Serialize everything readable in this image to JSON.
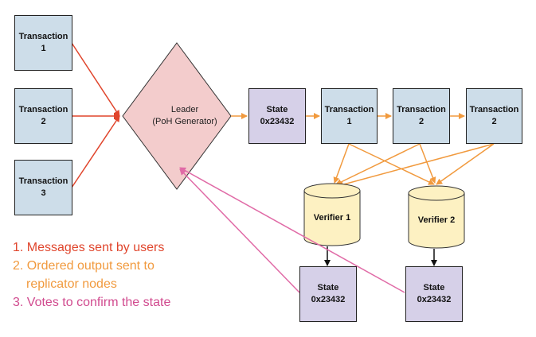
{
  "diagram": {
    "transactions_left": [
      {
        "line1": "Transaction",
        "line2": "1"
      },
      {
        "line1": "Transaction",
        "line2": "2"
      },
      {
        "line1": "Transaction",
        "line2": "3"
      }
    ],
    "leader": {
      "line1": "Leader",
      "line2": "(PoH Generator)"
    },
    "state_top": {
      "line1": "State",
      "line2": "0x23432"
    },
    "transactions_top": [
      {
        "line1": "Transaction",
        "line2": "1"
      },
      {
        "line1": "Transaction",
        "line2": "2"
      },
      {
        "line1": "Transaction",
        "line2": "2"
      }
    ],
    "verifiers": [
      "Verifier 1",
      "Verifier 2"
    ],
    "state_bottom": [
      {
        "line1": "State",
        "line2": "0x23432"
      },
      {
        "line1": "State",
        "line2": "0x23432"
      }
    ]
  },
  "legend": [
    {
      "number": "1.",
      "text": "Messages sent by users",
      "color": "#e0452c"
    },
    {
      "number": "2.",
      "text": "Ordered output sent to",
      "color": "#f19a3e"
    },
    {
      "number": "",
      "text": "replicator nodes",
      "color": "#f19a3e"
    },
    {
      "number": "3.",
      "text": "Votes to confirm the state",
      "color": "#d14b8f"
    }
  ],
  "colors": {
    "user_messages": "#e0452c",
    "ordered_output": "#f19a3e",
    "votes": "#e06aa6",
    "transaction_fill": "#cddde9",
    "state_fill": "#d6d0e8",
    "leader_fill": "#f3cccc",
    "verifier_fill": "#fdf1c2"
  }
}
